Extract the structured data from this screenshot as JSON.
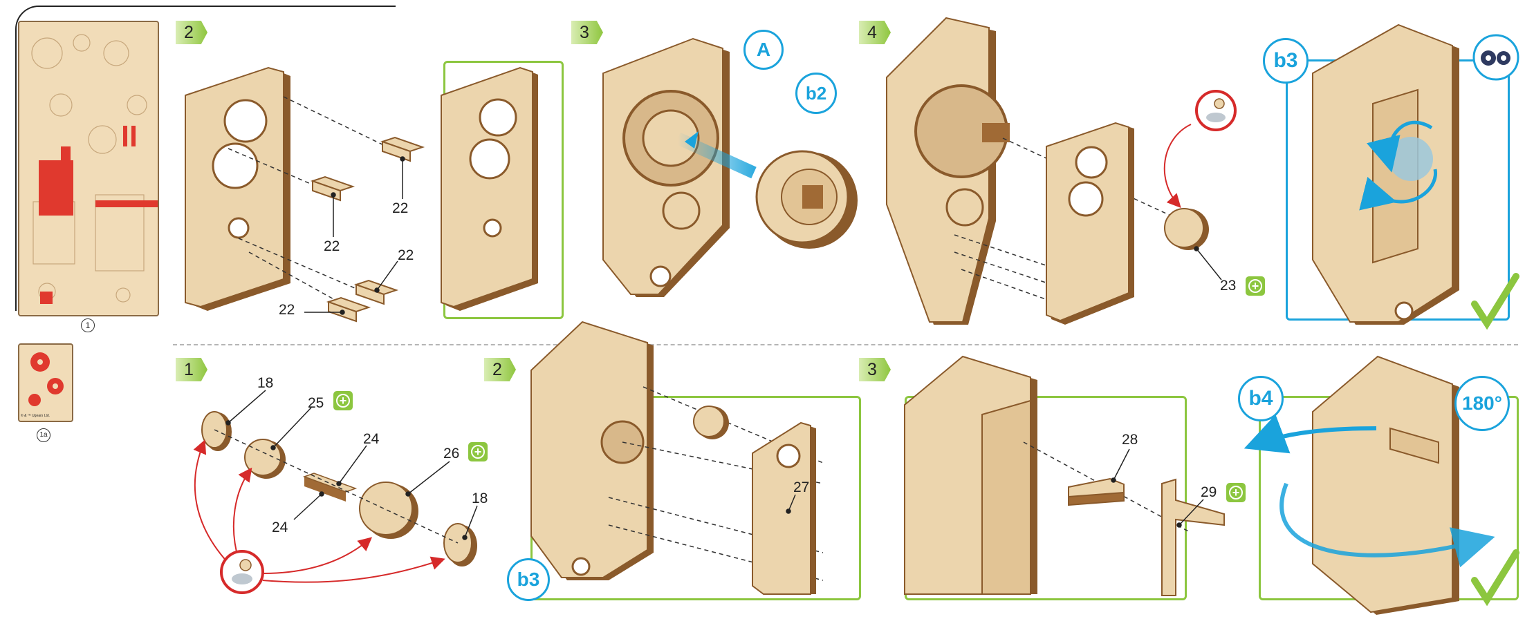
{
  "sheet": {
    "number": "1",
    "extra_number": "1a",
    "copyright": "© & ™ Ugears Ltd."
  },
  "steps_top": [
    "2",
    "3",
    "4"
  ],
  "steps_bottom": [
    "1",
    "2",
    "3"
  ],
  "callouts": {
    "A": "A",
    "b2": "b2",
    "b3_top": "b3",
    "b3_bottom": "b3",
    "b4": "b4",
    "rotate": "180°"
  },
  "parts_top": {
    "p22a": "22",
    "p22b": "22",
    "p22c": "22",
    "p22d": "22",
    "p23": "23"
  },
  "parts_bottom": {
    "p18a": "18",
    "p25": "25",
    "p24a": "24",
    "p24b": "24",
    "p26": "26",
    "p18b": "18",
    "p27": "27",
    "p28": "28",
    "p29": "29"
  },
  "colors": {
    "wood": "#e9cfa3",
    "wood_edge": "#8a5a2b",
    "green": "#8cc63f",
    "blue": "#1aa3dc",
    "red": "#d62a2a"
  },
  "icons": [
    "gears-icon",
    "check-icon",
    "wax-icon",
    "add-part-icon"
  ]
}
